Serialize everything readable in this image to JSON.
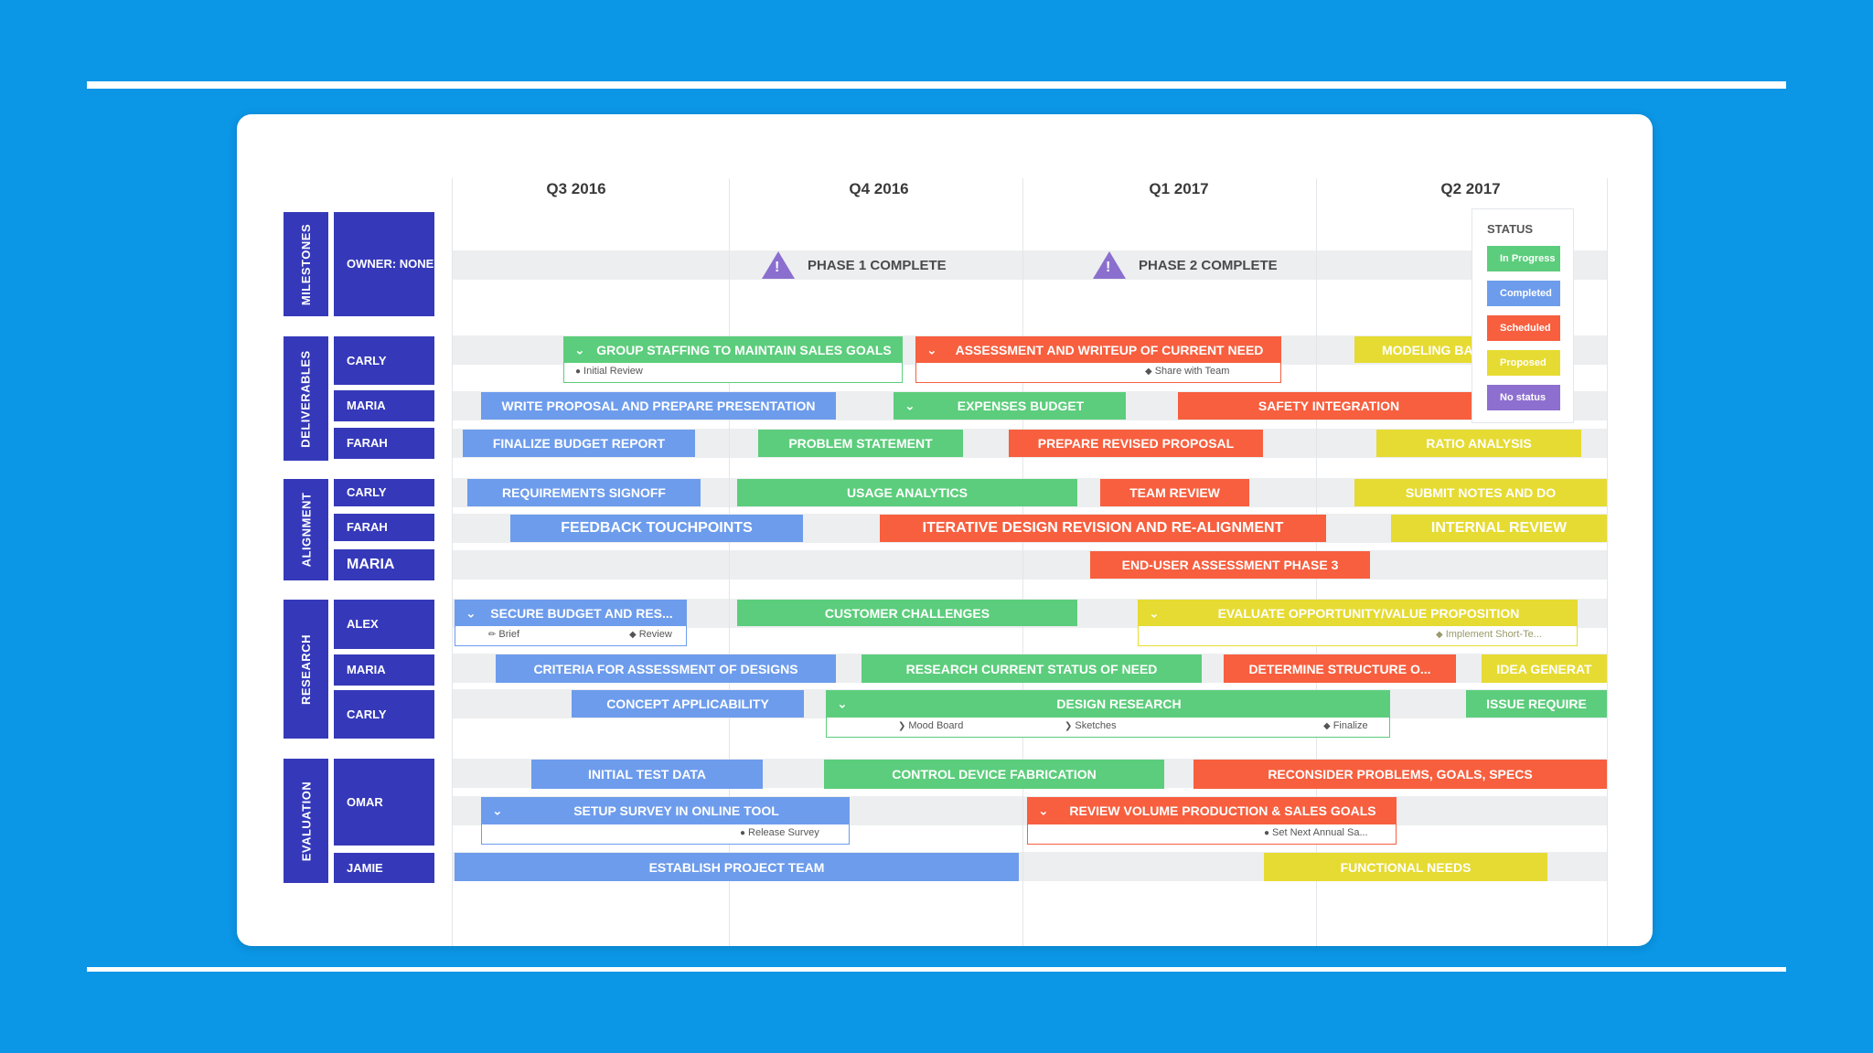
{
  "quarters": [
    "Q3 2016",
    "Q4 2016",
    "Q1 2017",
    "Q2 2017"
  ],
  "groups": {
    "milestones": "MILESTONES",
    "deliverables": "DELIVERABLES",
    "alignment": "ALIGNMENT",
    "research": "RESEARCH",
    "evaluation": "EVALUATION"
  },
  "owners": {
    "milestones": "OWNER: NONE",
    "del_carly": "CARLY",
    "del_maria": "MARIA",
    "del_farah": "FARAH",
    "ali_carly": "CARLY",
    "ali_farah": "FARAH",
    "ali_maria": "MARIA",
    "res_alex": "ALEX",
    "res_maria": "MARIA",
    "res_carly": "CARLY",
    "eval_omar": "OMAR",
    "eval_jamie": "JAMIE"
  },
  "milestones": {
    "phase1": "PHASE 1 COMPLETE",
    "phase2": "PHASE 2 COMPLETE"
  },
  "legend": {
    "title": "STATUS",
    "items": [
      "In Progress",
      "Completed",
      "Scheduled",
      "Proposed",
      "No status"
    ],
    "colors": [
      "#5ccd7c",
      "#6d9cec",
      "#f75f3f",
      "#e6db32",
      "#8d6fd0"
    ]
  },
  "bars": {
    "group_staffing": "GROUP STAFFING TO MAINTAIN SALES GOALS",
    "assessment_writeup": "ASSESSMENT AND WRITEUP OF CURRENT NEED",
    "modeling": "MODELING BA",
    "write_proposal": "WRITE PROPOSAL AND PREPARE PRESENTATION",
    "expenses_budget": "EXPENSES BUDGET",
    "safety_integration": "SAFETY INTEGRATION",
    "finalize_budget": "FINALIZE BUDGET REPORT",
    "problem_statement": "PROBLEM STATEMENT",
    "prepare_revised": "PREPARE REVISED PROPOSAL",
    "ratio_analysis": "RATIO ANALYSIS",
    "requirements_signoff": "REQUIREMENTS SIGNOFF",
    "usage_analytics": "USAGE ANALYTICS",
    "team_review": "TEAM REVIEW",
    "submit_notes": "SUBMIT NOTES AND DO",
    "feedback_touchpoints": "FEEDBACK TOUCHPOINTS",
    "iterative_design": "ITERATIVE DESIGN REVISION AND RE-ALIGNMENT",
    "internal_review": "INTERNAL REVIEW",
    "end_user_assessment": "END-USER ASSESSMENT PHASE 3",
    "secure_budget": "SECURE BUDGET AND RES...",
    "customer_challenges": "CUSTOMER CHALLENGES",
    "evaluate_opportunity": "EVALUATE OPPORTUNITY/VALUE PROPOSITION",
    "criteria_assessment": "CRITERIA FOR ASSESSMENT OF DESIGNS",
    "research_current": "RESEARCH CURRENT STATUS OF NEED",
    "determine_structure": "DETERMINE STRUCTURE O...",
    "idea_generat": "IDEA GENERAT",
    "concept_applicability": "CONCEPT APPLICABILITY",
    "design_research": "DESIGN RESEARCH",
    "issue_require": "ISSUE REQUIRE",
    "initial_test": "INITIAL TEST DATA",
    "control_device": "CONTROL DEVICE FABRICATION",
    "reconsider_problems": "RECONSIDER PROBLEMS, GOALS, SPECS",
    "setup_survey": "SETUP SURVEY IN ONLINE TOOL",
    "review_volume": "REVIEW VOLUME PRODUCTION & SALES GOALS",
    "establish_team": "ESTABLISH PROJECT TEAM",
    "functional_needs": "FUNCTIONAL NEEDS"
  },
  "subtasks": {
    "initial_review": "Initial Review",
    "share_with_team": "Share with Team",
    "brief": "Brief",
    "review": "Review",
    "implement_short": "Implement Short-Te...",
    "mood_board": "Mood Board",
    "sketches": "Sketches",
    "finalize": "Finalize",
    "release_survey": "Release Survey",
    "set_next_annual": "Set Next Annual Sa..."
  }
}
